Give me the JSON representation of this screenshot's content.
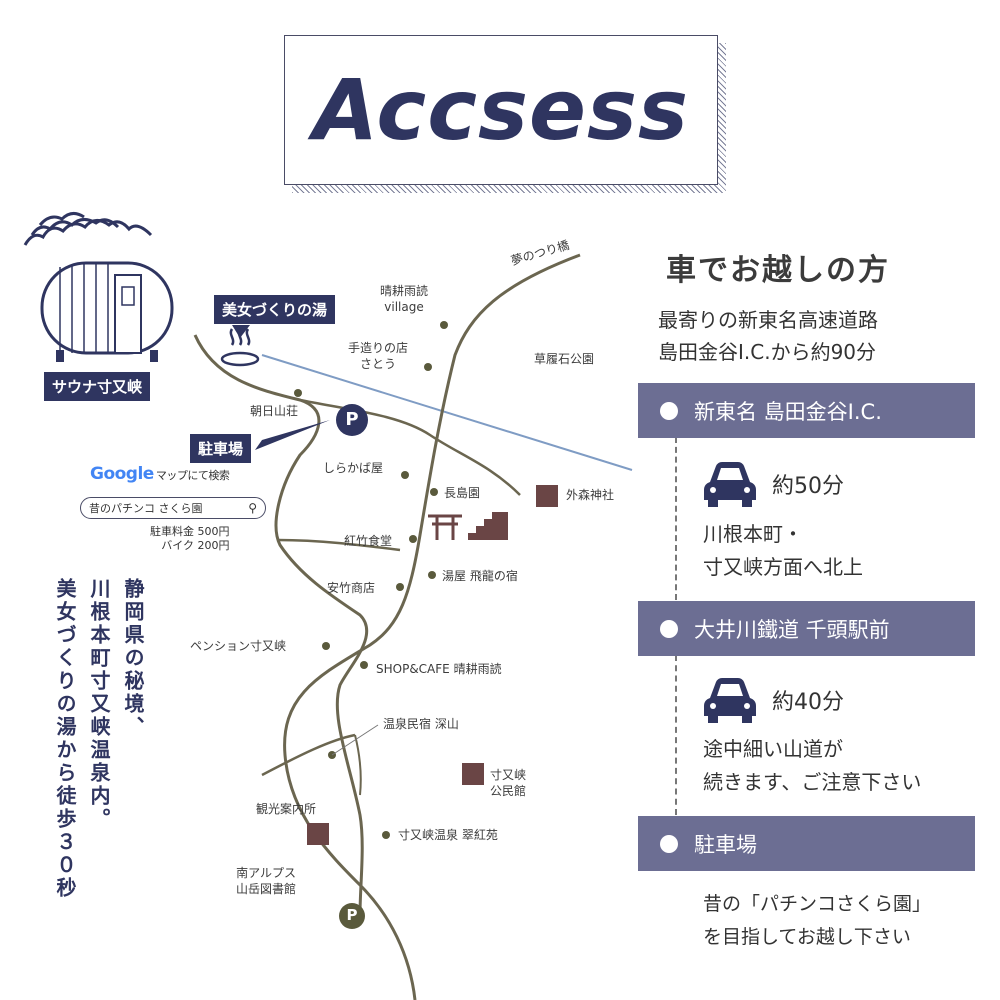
{
  "title": "Accsess",
  "map": {
    "sauna_label": "サウナ寸又峡",
    "bijin_label": "美女づくりの湯",
    "parking_label": "駐車場",
    "parking_symbol": "P",
    "places": {
      "yume_bridge": "夢のつり橋",
      "seikou_line1": "晴耕雨読",
      "seikou_line2": "village",
      "tezukuri_line1": "手造りの店",
      "tezukuri_line2": "さとう",
      "zouri": "草履石公園",
      "asahi": "朝日山荘",
      "shirakaba": "しらかば屋",
      "nagashima": "長島園",
      "tomori": "外森神社",
      "benitake": "紅竹食堂",
      "yasutake": "安竹商店",
      "yuya": "湯屋 飛龍の宿",
      "pension": "ペンション寸又峡",
      "shopcafe": "SHOP&CAFE 晴耕雨読",
      "fukayama": "温泉民宿 深山",
      "kouminkan_line1": "寸又峡",
      "kouminkan_line2": "公民館",
      "kankou": "観光案内所",
      "suikouen": "寸又峡温泉 翠紅苑",
      "library_line1": "南アルプス",
      "library_line2": "山岳図書館"
    },
    "google_word": "Google",
    "google_suffix": "マップにて検索",
    "search_text": "昔のパチンコ さくら園",
    "fee_line1": "駐車料金 500円",
    "fee_line2": "バイク 200円",
    "vertical_lines": [
      "静岡県の秘境、",
      "川根本町寸又峡温泉内。",
      "美女づくりの湯から徒歩３０秒"
    ]
  },
  "panel": {
    "heading": "車でお越しの方",
    "sub_line1": "最寄りの新東名高速道路",
    "sub_line2": "島田金谷I.C.から約90分",
    "sections": [
      {
        "label": "新東名 島田金谷I.C.",
        "time": "約50分",
        "note_line1": "川根本町・",
        "note_line2": "寸又峡方面へ北上"
      },
      {
        "label": "大井川鐵道 千頭駅前",
        "time": "約40分",
        "note_line1": "途中細い山道が",
        "note_line2": "続きます、ご注意下さい"
      },
      {
        "label": "駐車場",
        "note_line1": "昔の「パチンコさくら園」",
        "note_line2": "を目指してお越し下さい"
      }
    ]
  },
  "colors": {
    "navy": "#2f3560",
    "bar": "#6c6e93",
    "road": "#6b6650",
    "river": "#7f9cc4",
    "building": "#6a4545"
  }
}
